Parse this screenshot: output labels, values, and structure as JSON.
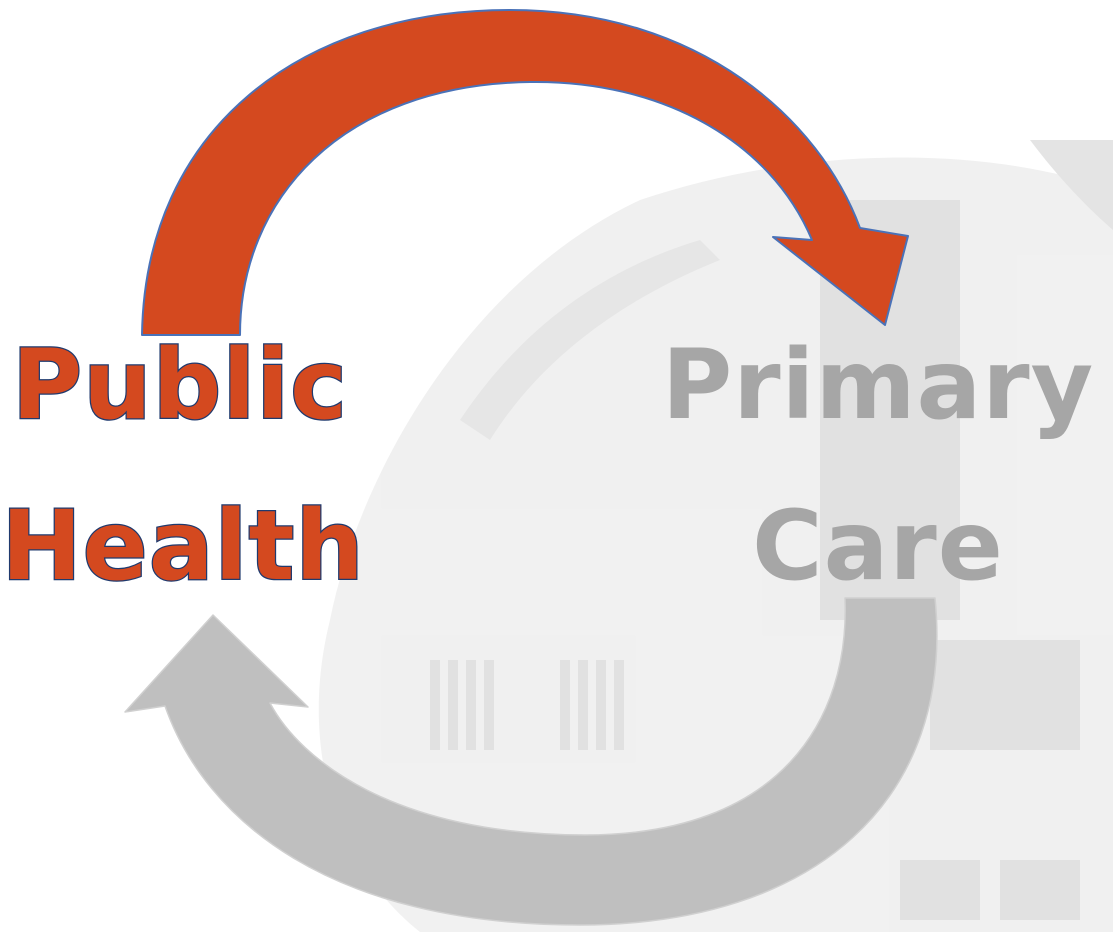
{
  "diagram": {
    "labels": {
      "public_health": {
        "line1": "Public",
        "line2": "Health"
      },
      "primary_care": {
        "line1": "Primary",
        "line2": "Care"
      }
    },
    "colors": {
      "orange_arrow": "#D4491F",
      "orange_arrow_outline": "#4A72B8",
      "gray_arrow": "#BFBFBF",
      "public_health_text": "#D4491F",
      "public_health_text_outline": "#1F3A6E",
      "primary_care_text": "#A6A6A6",
      "watermark": "#E6E6E6"
    }
  }
}
